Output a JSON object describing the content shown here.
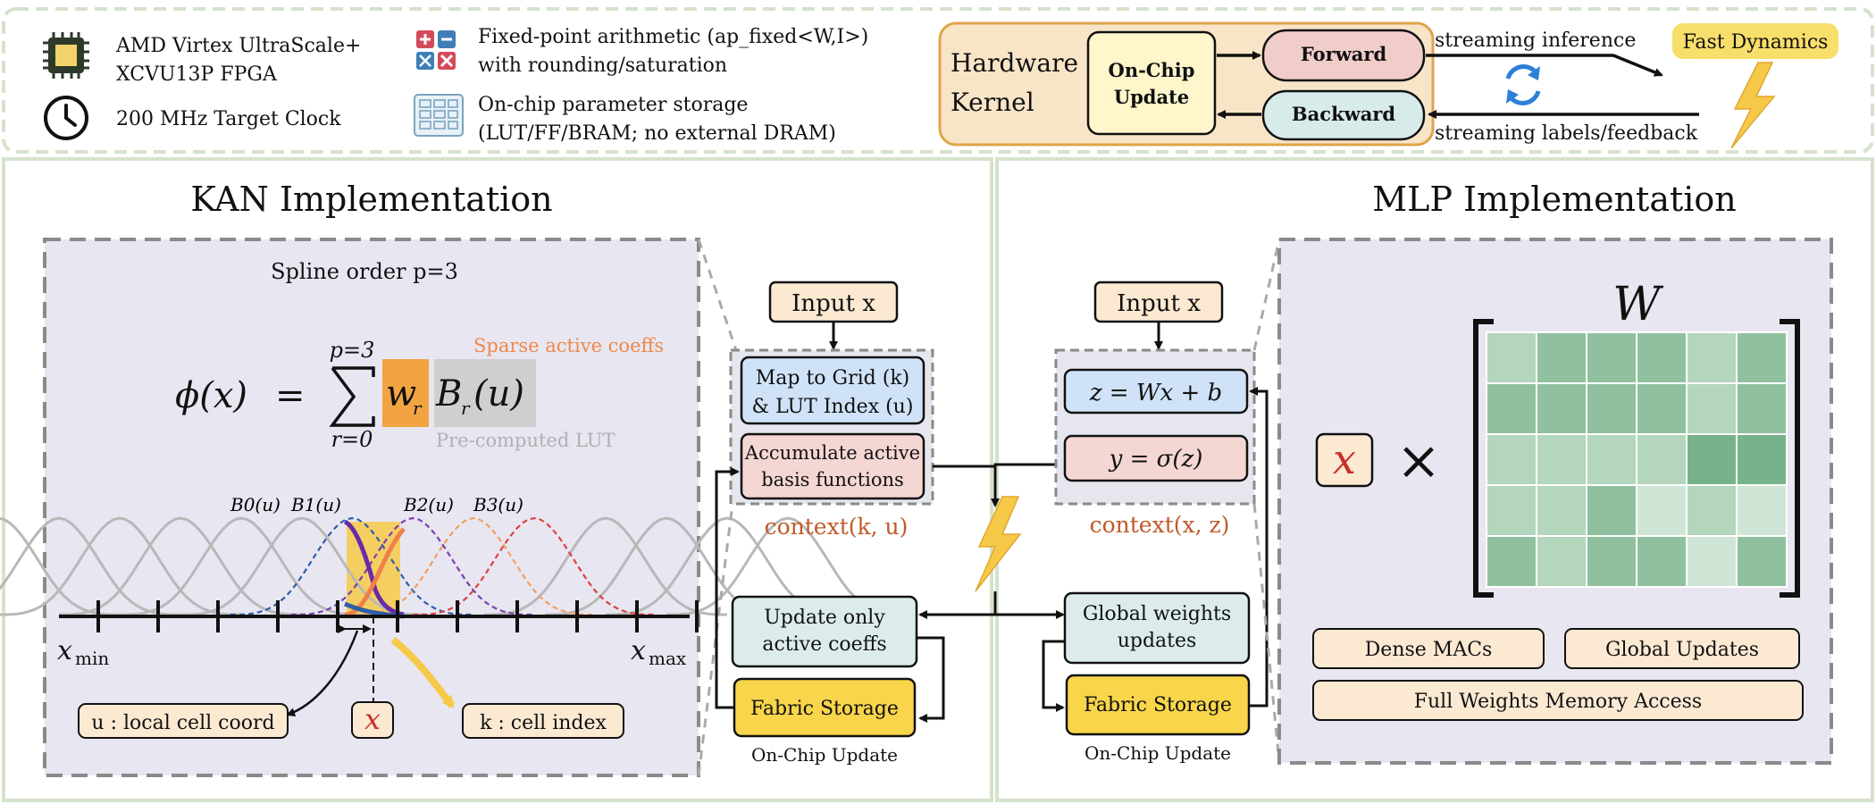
{
  "header": {
    "fpga": {
      "line1": "AMD Virtex UltraScale+",
      "line2": "XCVU13P FPGA"
    },
    "clock": "200 MHz Target Clock",
    "fixed_point": {
      "line1": "Fixed-point arithmetic (ap_fixed<W,I>)",
      "line2": "with rounding/saturation"
    },
    "storage": {
      "line1": "On-chip parameter storage",
      "line2": "(LUT/FF/BRAM; no external DRAM)"
    },
    "kernel": {
      "title_line1": "Hardware",
      "title_line2": "Kernel",
      "onchip_line1": "On-Chip",
      "onchip_line2": "Update",
      "forward": "Forward",
      "backward": "Backward",
      "streaming_inference": "streaming  inference",
      "streaming_labels": "streaming labels/feedback",
      "fast_dynamics": "Fast Dynamics"
    }
  },
  "kan": {
    "title": "KAN Implementation",
    "spline_order": "Spline order p=3",
    "sparse_label": "Sparse active coeffs",
    "lut_label": "Pre-computed LUT",
    "formula": {
      "phi": "ϕ(x)",
      "eq": "=",
      "sum_top": "p=3",
      "sum_bottom": "r=0",
      "w": "w",
      "w_sub": "r",
      "b": "B",
      "b_sub": "r",
      "b_arg": "(u)"
    },
    "basis_labels": [
      "B0(u)",
      "B1(u)",
      "B2(u)",
      "B3(u)"
    ],
    "xmin": "x",
    "xmin_sub": "min",
    "xmax": "x",
    "xmax_sub": "max",
    "local_cell": "u : local cell coord",
    "x_marker": "x",
    "cell_index": "k : cell index",
    "colors": {
      "b0": "#2f5ea8",
      "b1": "#7b3fb0",
      "b2": "#f0a060",
      "b3": "#e04040",
      "highlight": "#f7c948"
    }
  },
  "kan_pipeline": {
    "input": "Input x",
    "map_line1": "Map to Grid (k)",
    "map_line2": "& LUT Index (u)",
    "acc_line1": "Accumulate active",
    "acc_line2": "basis functions",
    "context": "context(k, u)",
    "update_line1": "Update only",
    "update_line2": "active coeffs",
    "fabric": "Fabric Storage",
    "onchip": "On-Chip  Update"
  },
  "mlp_pipeline": {
    "input": "Input x",
    "z_eq": "z = Wx + b",
    "y_eq": "y = σ(z)",
    "context": "context(x, z)",
    "global_line1": "Global weights",
    "global_line2": "updates",
    "fabric": "Fabric Storage",
    "onchip": "On-Chip  Update"
  },
  "mlp": {
    "title": "MLP Implementation",
    "w_label": "W",
    "x_label": "x",
    "times": "×",
    "dense": "Dense MACs",
    "global_updates": "Global Updates",
    "full_weights": "Full Weights Memory Access",
    "matrix_levels": [
      [
        1,
        2,
        2,
        2,
        1,
        2
      ],
      [
        2,
        2,
        2,
        2,
        1,
        2
      ],
      [
        1,
        1,
        1,
        1,
        3,
        3
      ],
      [
        1,
        1,
        2,
        0,
        1,
        0
      ],
      [
        2,
        1,
        2,
        2,
        0,
        2
      ]
    ],
    "matrix_colors": [
      "#cfe6d6",
      "#b3d6bd",
      "#8fc19e",
      "#77b38a"
    ]
  }
}
